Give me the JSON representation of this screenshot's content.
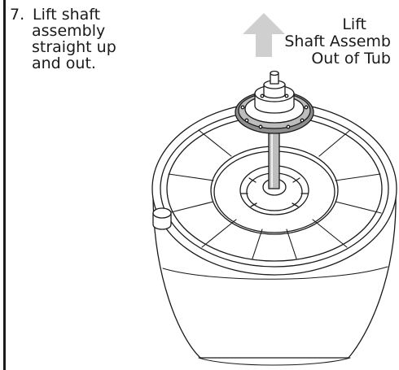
{
  "instruction": {
    "step_number": "7.",
    "lines": [
      "Lift shaft",
      "assembly",
      "straight up",
      "and out."
    ]
  },
  "callout": {
    "lines": [
      "Lift",
      "Shaft Assemb",
      "Out of Tub"
    ]
  },
  "colors": {
    "ink": "#1a1a1a",
    "arrow": "#cfcfcf",
    "hub_ring": "#8e8e8e",
    "shaft": "#bdbdbd"
  },
  "icons": [
    "up-arrow-icon"
  ]
}
